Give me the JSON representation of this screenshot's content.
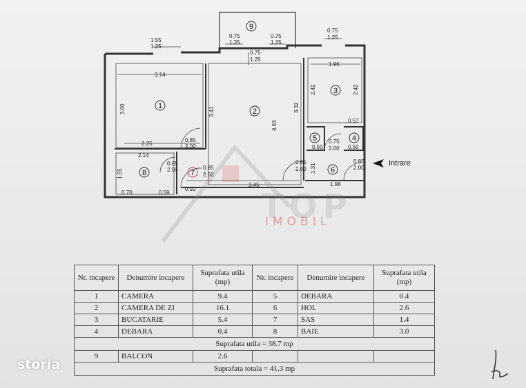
{
  "plan": {
    "dimensions": {
      "d_155": "1.55",
      "d_125a": "1.25",
      "d_075a": "0.75",
      "d_125b": "1.25",
      "d_075b": "0.75",
      "d_125c": "1.25",
      "d_075c": "0.75",
      "d_125d": "1.25",
      "d_075d": "0.75",
      "d_125e": "1.25",
      "d_314": "3.14",
      "d_300": "3.00",
      "d_225": "2.25",
      "d_341": "3.41",
      "d_463": "4.63",
      "d_332": "3.32",
      "d_196": "1.96",
      "d_242a": "2.42",
      "d_242b": "2.42",
      "d_057": "0.57",
      "d_085a": "0.85",
      "d_200a": "2.00",
      "d_214": "2.14",
      "d_065": "0.65",
      "d_200b": "2.00",
      "d_085b": "0.85",
      "d_200c": "2.00",
      "d_155v": "1.55",
      "d_070": "0.70",
      "d_059": "0.59",
      "d_092": "0.92",
      "d_345": "3.45",
      "d_050a": "0.50",
      "d_050b": "0.50",
      "d_075e": "0.75",
      "d_200d": "2.00",
      "d_131": "1.31",
      "d_085c": "0.85",
      "d_200e": "2.00",
      "d_085d": "0.85",
      "d_200f": "2.00",
      "d_198": "1.98"
    },
    "room_numbers": [
      "1",
      "2",
      "3",
      "4",
      "5",
      "6",
      "7",
      "8",
      "9"
    ],
    "entrance_label": "Intrare",
    "watermark": {
      "top": "TOP",
      "imobil": "IMOBIL"
    }
  },
  "table": {
    "headers": {
      "nr_left": "Nr. incapere",
      "name_left": "Denumire incapere",
      "area_left": "Suprafata utila (mp)",
      "nr_right": "Nr. incapere",
      "name_right": "Denumire incapere",
      "area_right": "Suprafata utila (mp)"
    },
    "rows": [
      {
        "nr_l": "1",
        "name_l": "CAMERA",
        "area_l": "9.4",
        "nr_r": "5",
        "name_r": "DEBARA",
        "area_r": "0.4"
      },
      {
        "nr_l": "2",
        "name_l": "CAMERA DE ZI",
        "area_l": "16.1",
        "nr_r": "6",
        "name_r": "HOL",
        "area_r": "2.6"
      },
      {
        "nr_l": "3",
        "name_l": "BUCATARIE",
        "area_l": "5.4",
        "nr_r": "7",
        "name_r": "SAS",
        "area_r": "1.4"
      },
      {
        "nr_l": "4",
        "name_l": "DEBARA",
        "area_l": "0.4",
        "nr_r": "8",
        "name_r": "BAIE",
        "area_r": "3.0"
      }
    ],
    "usable_total": "Suprafata utila = 38.7 mp",
    "balcony": {
      "nr": "9",
      "name": "BALCON",
      "area": "2.6"
    },
    "grand_total": "Suprafata totala = 41.3 mp"
  },
  "brand": "storia"
}
